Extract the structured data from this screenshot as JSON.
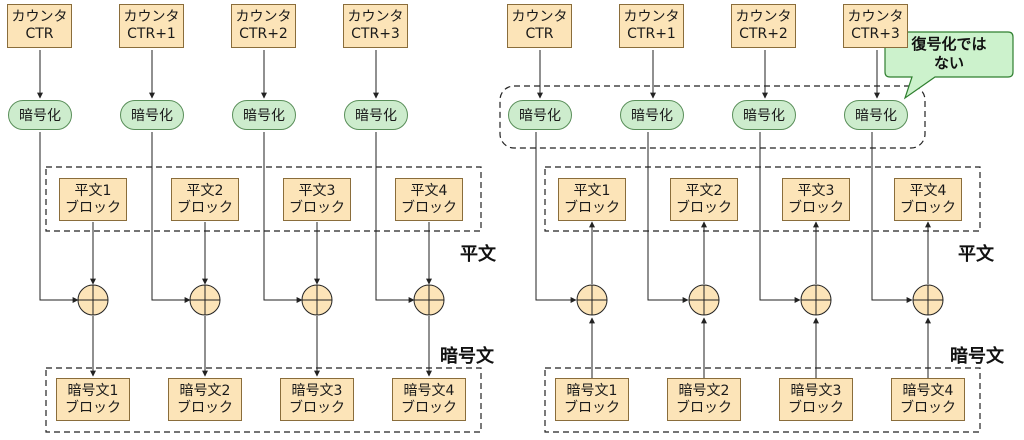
{
  "left": {
    "counters": [
      {
        "line1": "カウンタ",
        "line2": "CTR"
      },
      {
        "line1": "カウンタ",
        "line2": "CTR+1"
      },
      {
        "line1": "カウンタ",
        "line2": "CTR+2"
      },
      {
        "line1": "カウンタ",
        "line2": "CTR+3"
      }
    ],
    "encrypt_label": "暗号化",
    "plaintext_blocks": [
      {
        "line1": "平文1",
        "line2": "ブロック"
      },
      {
        "line1": "平文2",
        "line2": "ブロック"
      },
      {
        "line1": "平文3",
        "line2": "ブロック"
      },
      {
        "line1": "平文4",
        "line2": "ブロック"
      }
    ],
    "plaintext_label": "平文",
    "ciphertext_label": "暗号文",
    "ciphertext_blocks": [
      {
        "line1": "暗号文1",
        "line2": "ブロック"
      },
      {
        "line1": "暗号文2",
        "line2": "ブロック"
      },
      {
        "line1": "暗号文3",
        "line2": "ブロック"
      },
      {
        "line1": "暗号文4",
        "line2": "ブロック"
      }
    ]
  },
  "right": {
    "counters": [
      {
        "line1": "カウンタ",
        "line2": "CTR"
      },
      {
        "line1": "カウンタ",
        "line2": "CTR+1"
      },
      {
        "line1": "カウンタ",
        "line2": "CTR+2"
      },
      {
        "line1": "カウンタ",
        "line2": "CTR+3"
      }
    ],
    "encrypt_label": "暗号化",
    "callout": {
      "line1": "復号化では",
      "line2": "ない"
    },
    "plaintext_blocks": [
      {
        "line1": "平文1",
        "line2": "ブロック"
      },
      {
        "line1": "平文2",
        "line2": "ブロック"
      },
      {
        "line1": "平文3",
        "line2": "ブロック"
      },
      {
        "line1": "平文4",
        "line2": "ブロック"
      }
    ],
    "plaintext_label": "平文",
    "ciphertext_label": "暗号文",
    "ciphertext_blocks": [
      {
        "line1": "暗号文1",
        "line2": "ブロック"
      },
      {
        "line1": "暗号文2",
        "line2": "ブロック"
      },
      {
        "line1": "暗号文3",
        "line2": "ブロック"
      },
      {
        "line1": "暗号文4",
        "line2": "ブロック"
      }
    ]
  },
  "colors": {
    "block_fill": "#fce4b8",
    "encrypt_fill": "#cdeccd",
    "xor_fill": "#fce4b8",
    "callout_fill": "#ccf2cc",
    "line": "#222222"
  }
}
